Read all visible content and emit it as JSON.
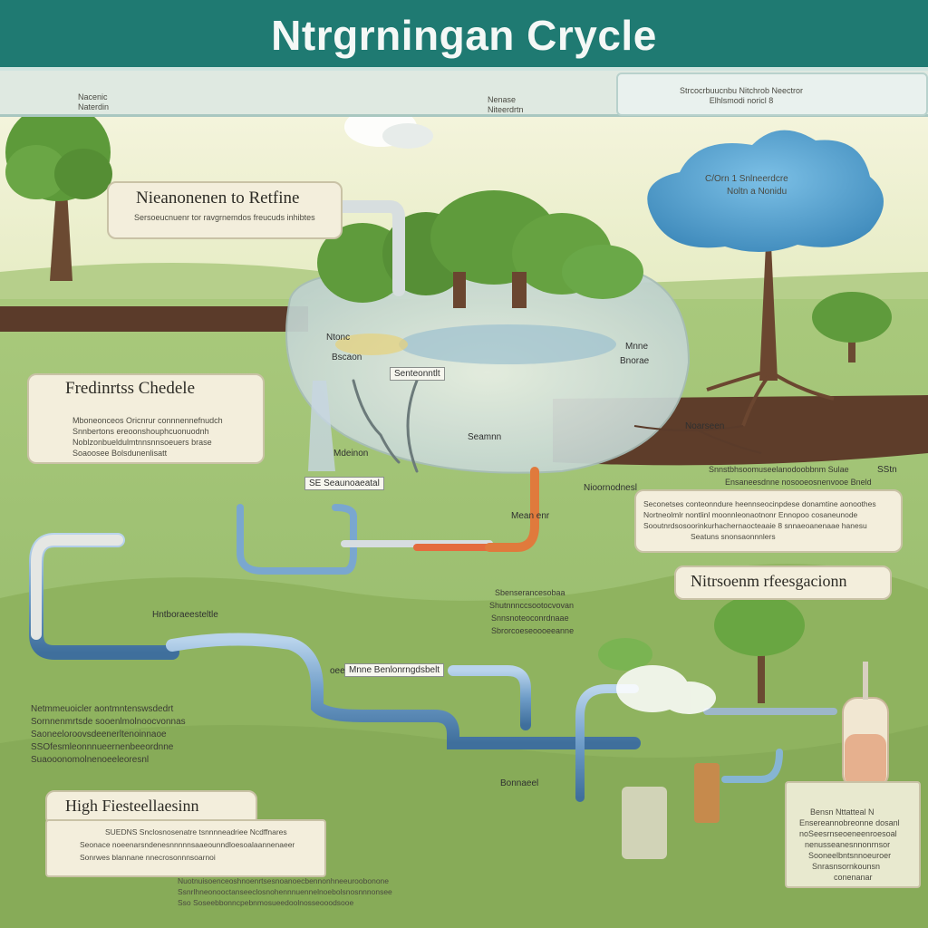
{
  "header": {
    "title": "Ntrgrningan Crycle"
  },
  "top_strip": {
    "label_left": "Nacenic\nNaterdin",
    "label_mid": "Nenase\nNiteerdrtn",
    "label_right": "Strcocrbuucnbu Nitchrob Neectror\nElhlsmodi noricl 8"
  },
  "cloud_note": {
    "line1": "C/Orn 1 Snlneerdcre",
    "line2": "Noltn  a  Nonidu"
  },
  "box_return": {
    "title": "Nieanonenen to Retfine",
    "text": "Sersoeucnuenr tor ravgrnemdos freucuds inhibtes"
  },
  "box_fixation": {
    "title": "Fredinrtss Chedele",
    "lines": [
      "Mboneonceos Oricnrur connnennefnudch",
      "Snnbertons ereoonshouphcuonuodnh",
      "Noblzonbueldulmtnnsnnsoeuers brase",
      "Soaoosee Bolsdunenlisatt"
    ]
  },
  "box_nitro": {
    "lines": [
      "Seconetses conteonndure heennseocinpdese donamtine aonoothes",
      "Nortneolmlr nontlinl moonnleonaotnonr Ennopoo cosaneunode",
      "Sooutnrdsosoorinkurhachernaocteaaie 8 snnaeoanenaae hanesu",
      "Seatuns snonsaonnnlers"
    ]
  },
  "box_nitro_head": {
    "title": "Nitrsoenm rfeesgacionn"
  },
  "box_high": {
    "title": "High  Fiesteellaesinn",
    "lines": [
      "SUEDNS  Snclosnosenatre tsnnnneadriee Ncdffnares",
      "Seonace noeenarsndenesnnnnnsaaeounndloesoalaannenaeer",
      "Sonrwes blannane nnecrosonnnsoarnoi"
    ],
    "foot": [
      "Nuotnuisoenceoshnoenrtsesnoanoecbennonhneeuroobonone",
      "Ssnrlhneonooctanseeclosnohennnuennelnoebolsnosnnnonsee",
      "Sso Soseebbonncpebnmosueedoolnosseooodsooe"
    ]
  },
  "note_left": {
    "lines": [
      "Netmmeuoicler aontmntenswsdedrt",
      "Sornnenmrtsde  sooenlmolnoocvonnas",
      "Saoneeloroovsdeenerltenoinnaoe",
      "SSOfesmleonnnueernenbeeordnne",
      "Suaooonomolnenoeeleoresnl"
    ]
  },
  "note_right": {
    "lines": [
      "Bensn  Nttatteal N",
      "Ensereannobreonne dosanl",
      "noSeesrnseoeneenroesoal",
      "nenusseanesnnonrnsor",
      "Sooneelbntsnnoeuroer",
      "Snrasnsornkounsn",
      "conenanar"
    ]
  },
  "note_mid": {
    "lines": [
      "Sbenserancesobaa",
      "Shutnnnccsootocvovan",
      "Snnsnoteoconrdnaae",
      "Sbrorcoeseoooeeanne"
    ]
  },
  "note_right_mid": {
    "lines": [
      "Snnstbhsoomuseelanodoobbnm  Sulae",
      "Ensaneesdnne nosooeosnenvooe Bneld"
    ]
  },
  "tags": {
    "t1": "Senteonntlt",
    "t2": "SE Seaunoaeatal",
    "t3": "Mdeinon",
    "t4": "Mean enr",
    "t5": "Ntonc",
    "t6": "Bscaon",
    "t7": "Mnne",
    "t8": "Bnorae",
    "t9": "Noarseen",
    "t10": "Seamnn",
    "t11": "Hntboraeesteltle",
    "t12": "Mnne Benlonrngdsbelt",
    "t13": "Bonnaeel",
    "t14": "oee",
    "t15": "Nioornodnesl",
    "t16": "SStn"
  },
  "colors": {
    "header": "#1f7a72",
    "sky": "#eef0d4",
    "grass": "#9bbf6e",
    "grass_dark": "#6f9a4a",
    "soil": "#5b3b2a",
    "tree_leaf": "#5f9b3c",
    "pipe_blue": "#6f9dc8",
    "pipe_orange": "#e07a3c",
    "cloud_blue": "#4fa1d0"
  }
}
